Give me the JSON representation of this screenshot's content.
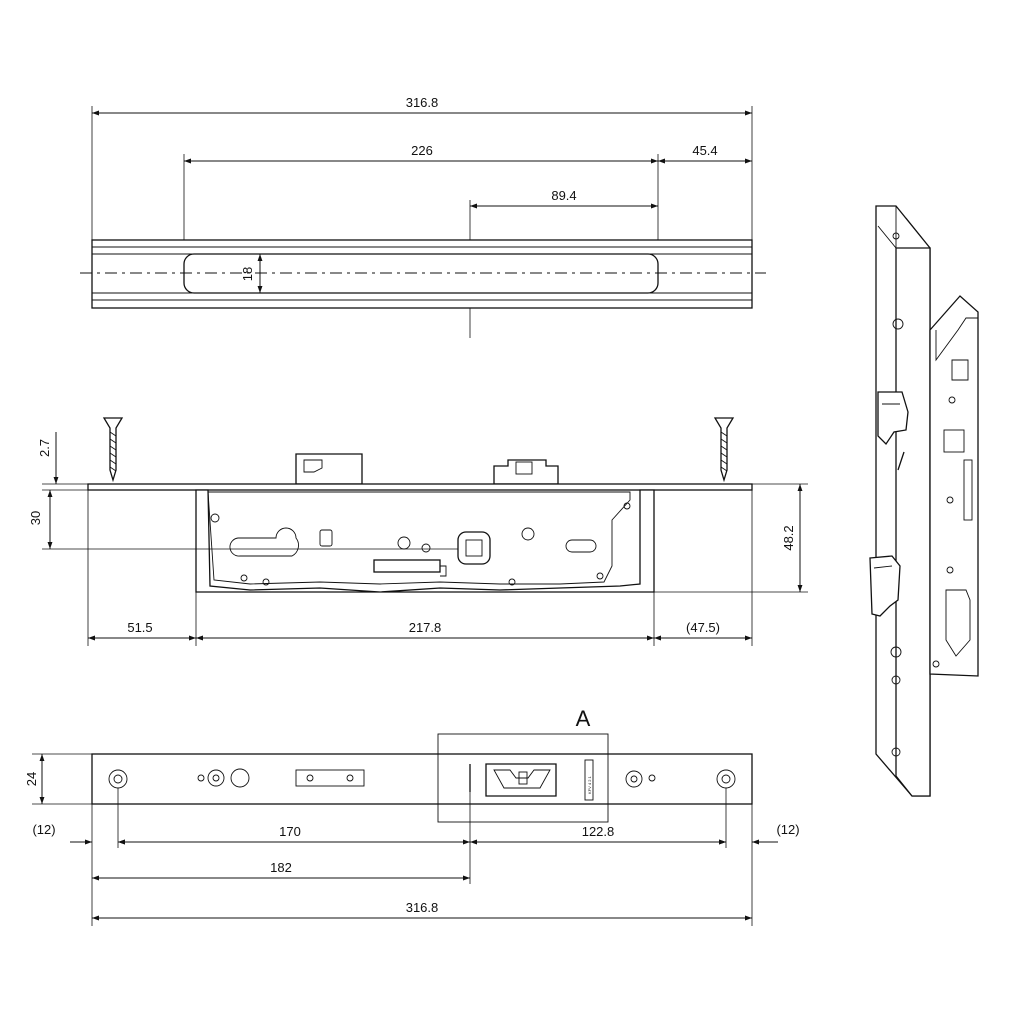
{
  "top_view": {
    "overall_length": "316.8",
    "slot_length": "226",
    "end_offset": "45.4",
    "center_offset": "89.4",
    "slot_width": "18"
  },
  "side_view": {
    "screw_offset": "2.7",
    "follower_height": "30",
    "case_height": "48.2",
    "left_section": "51.5",
    "case_length": "217.8",
    "right_section": "(47.5)"
  },
  "front_view": {
    "detail_label": "A",
    "faceplate_width": "24",
    "left_margin": "(12)",
    "right_margin": "(12)",
    "screw_spacing": "170",
    "right_spacing": "122.8",
    "center_distance": "182",
    "overall_length": "316.8",
    "engraving": "KFV 4 2 1"
  }
}
